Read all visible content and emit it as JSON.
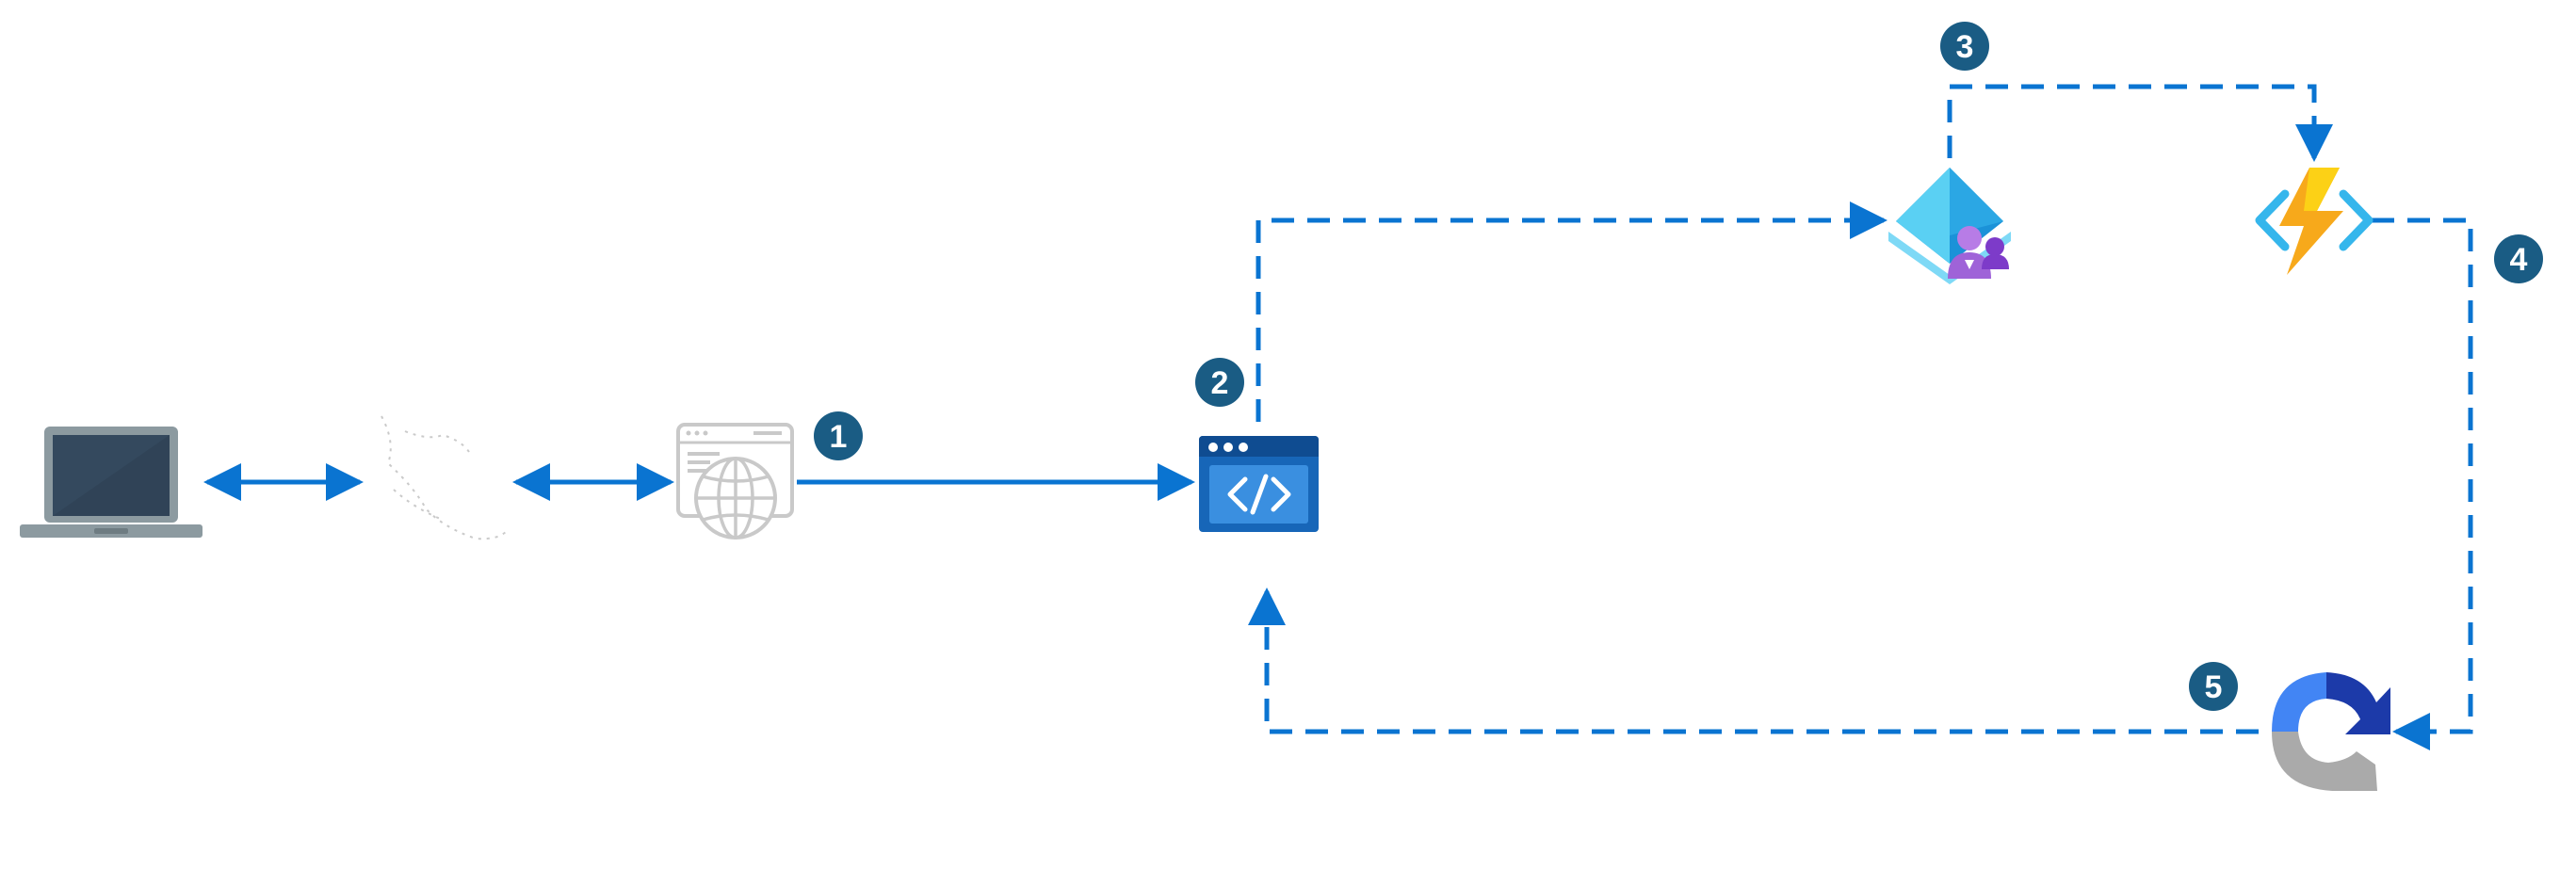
{
  "colors": {
    "arrow": "#0a74d1",
    "badge": "#1a5c84",
    "badge_text": "#ffffff",
    "laptop_frame": "#8c9aa0",
    "laptop_screen": "#34495e",
    "browser_grey": "#c9c9c9",
    "webapp_blue": "#1766b8",
    "webapp_dark": "#0f4c91",
    "entra_light": "#5ad0f3",
    "entra_dark": "#1b92d8",
    "entra_user": "#9f63d8",
    "function_bolt": "#f7a91b",
    "function_bracket": "#35b6ec",
    "recaptcha_blue": "#4285f4",
    "recaptcha_navy": "#1c3aa9",
    "recaptcha_grey": "#aaaaaa"
  },
  "icons": {
    "client": "laptop-icon",
    "network": "internet-cloud-icon",
    "browser": "web-browser-globe-icon",
    "web_app": "app-service-web-app-icon",
    "identity": "entra-id-external-identities-icon",
    "function": "azure-function-icon",
    "captcha": "recaptcha-icon"
  },
  "steps": [
    "1",
    "2",
    "3",
    "4",
    "5"
  ]
}
